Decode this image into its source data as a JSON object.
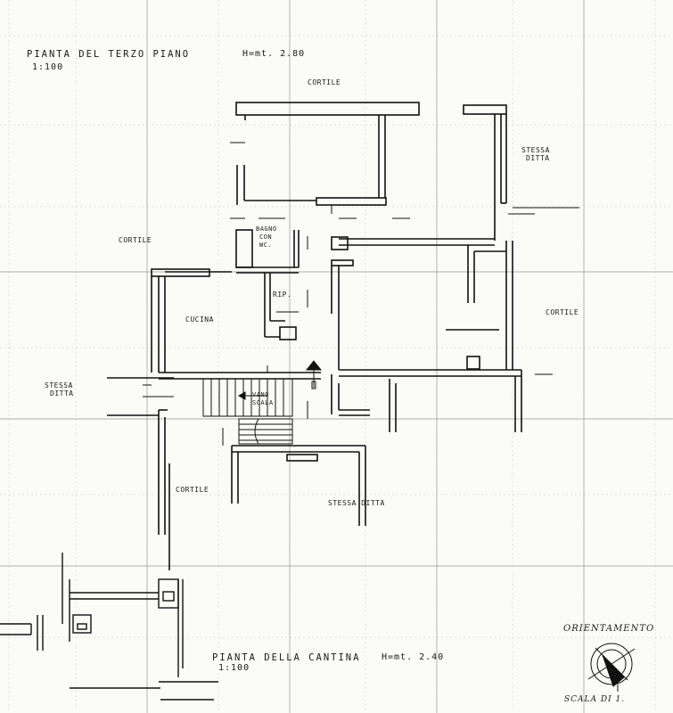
{
  "plan": {
    "title_third_floor": "PIANTA   DEL  TERZO  PIANO",
    "height_third_floor": "H=mt. 2.80",
    "scale_third_floor": "1:100",
    "title_cellar": "PIANTA   DELLA   CANTINA",
    "height_cellar": "H=mt. 2.40",
    "scale_cellar": "1:100",
    "orientation_label": "ORIENTAMENTO",
    "scale_note": "SCALA DI 1."
  },
  "rooms": {
    "cortile_top": "CORTILE",
    "stessa_ditta_top_right_1": "STESSA",
    "stessa_ditta_top_right_2": "DITTA",
    "cortile_left": "CORTILE",
    "bagno_1": "BAGNO",
    "bagno_2": "CON",
    "bagno_3": "WC.",
    "rip": "RIP.",
    "cucina": "CUCINA",
    "cortile_right": "CORTILE",
    "stessa_ditta_left_1": "STESSA",
    "stessa_ditta_left_2": "DITTA",
    "vano_scala_1": "VANO",
    "vano_scala_2": "SCALA",
    "cortile_bottom": "CORTILE",
    "stessa_ditta_bottom": "STESSA  DITTA"
  }
}
